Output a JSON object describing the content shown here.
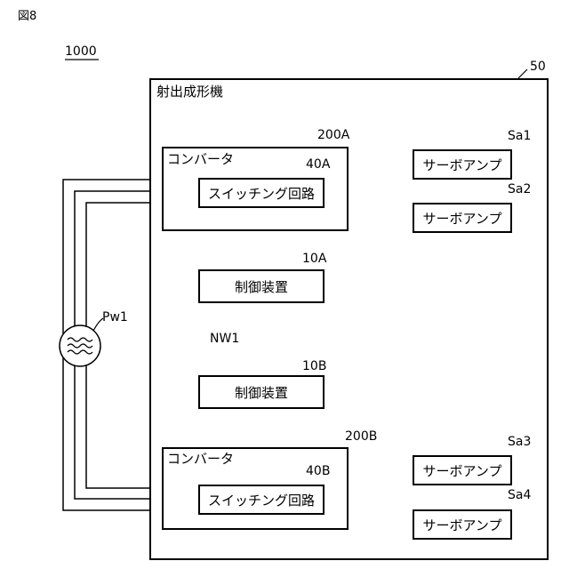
{
  "figure_label": "図8",
  "system_ref": "1000",
  "machine": {
    "ref": "50",
    "title": "射出成形機"
  },
  "converter_a": {
    "ref": "200A",
    "title": "コンバータ",
    "switch_ref": "40A",
    "switch_label": "スイッチング回路"
  },
  "converter_b": {
    "ref": "200B",
    "title": "コンバータ",
    "switch_ref": "40B",
    "switch_label": "スイッチング回路"
  },
  "controller_a": {
    "ref": "10A",
    "label": "制御装置"
  },
  "controller_b": {
    "ref": "10B",
    "label": "制御装置"
  },
  "network_ref": "NW1",
  "power_source_ref": "Pw1",
  "servo_amps": [
    {
      "ref": "Sa1",
      "label": "サーボアンプ"
    },
    {
      "ref": "Sa2",
      "label": "サーボアンプ"
    },
    {
      "ref": "Sa3",
      "label": "サーボアンプ"
    },
    {
      "ref": "Sa4",
      "label": "サーボアンプ"
    }
  ]
}
